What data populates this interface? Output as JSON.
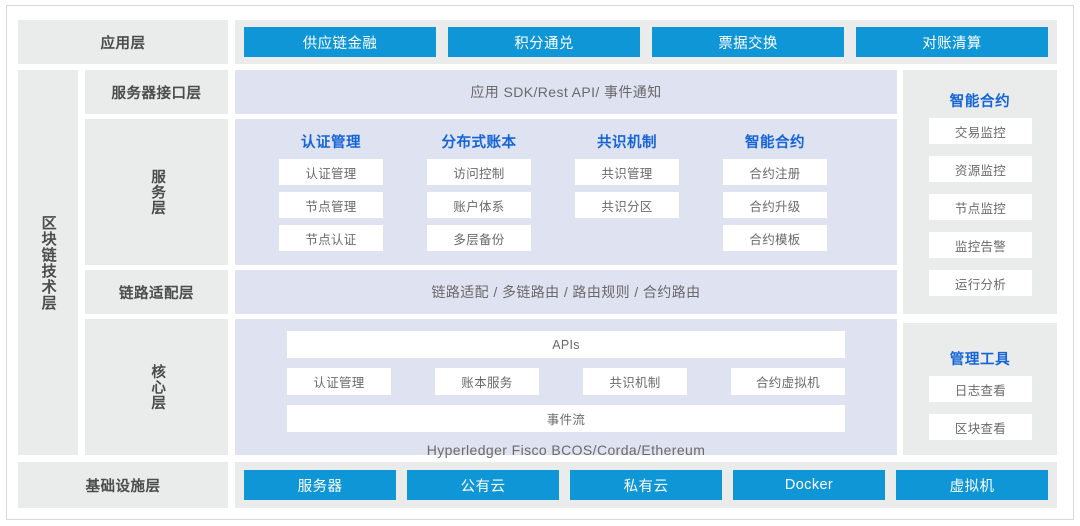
{
  "theme": {
    "accent_blue": "#0f96d7",
    "heading_blue": "#1565d8",
    "gray_box": "#eaebeb",
    "lavender_panel": "#dfe2f0",
    "text_gray": "#6a6a6a"
  },
  "application_layer": {
    "label": "应用层",
    "items": [
      "供应链金融",
      "积分通兑",
      "票据交换",
      "对账清算"
    ]
  },
  "blockchain_tech_layer": {
    "label": "区块链技术层",
    "server_interface_layer": {
      "label": "服务器接口层",
      "band_text": "应用 SDK/Rest API/ 事件通知"
    },
    "service_layer": {
      "label": "服务层",
      "columns": [
        {
          "title": "认证管理",
          "items": [
            "认证管理",
            "节点管理",
            "节点认证"
          ]
        },
        {
          "title": "分布式账本",
          "items": [
            "访问控制",
            "账户体系",
            "多层备份"
          ]
        },
        {
          "title": "共识机制",
          "items": [
            "共识管理",
            "共识分区"
          ]
        },
        {
          "title": "智能合约",
          "items": [
            "合约注册",
            "合约升级",
            "合约模板"
          ]
        }
      ]
    },
    "link_adaptation_layer": {
      "label": "链路适配层",
      "band_text": "链路适配 / 多链路由 / 路由规则 / 合约路由"
    },
    "core_layer": {
      "label": "核心层",
      "apis_label": "APIs",
      "modules": [
        "认证管理",
        "账本服务",
        "共识机制",
        "合约虚拟机"
      ],
      "event_stream_label": "事件流",
      "footer_text": "Hyperledger Fisco BCOS/Corda/Ethereum"
    }
  },
  "side_panels": [
    {
      "title": "智能合约",
      "items": [
        "交易监控",
        "资源监控",
        "节点监控",
        "监控告警",
        "运行分析"
      ]
    },
    {
      "title": "管理工具",
      "items": [
        "日志查看",
        "区块查看"
      ]
    }
  ],
  "infrastructure_layer": {
    "label": "基础设施层",
    "items": [
      "服务器",
      "公有云",
      "私有云",
      "Docker",
      "虚拟机"
    ]
  }
}
